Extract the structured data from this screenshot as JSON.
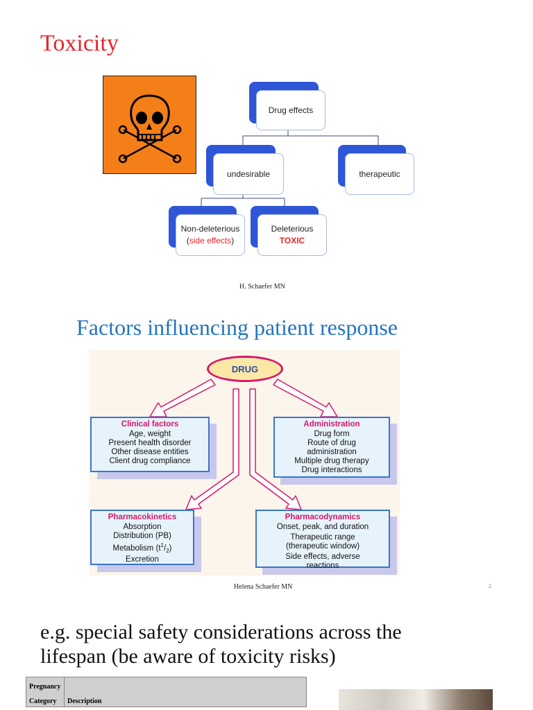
{
  "slide1": {
    "title": "Toxicity",
    "tree": {
      "root": "Drug effects",
      "undesirable": "undesirable",
      "therapeutic": "therapeutic",
      "non_deleterious": "Non-deleterious",
      "side_open": "(",
      "side_effects": "side effects",
      "side_close": ")",
      "deleterious": "Deleterious",
      "toxic": "TOXIC"
    },
    "credit": "H. Schaefer MN",
    "colors": {
      "title": "#e8242b",
      "hazard": "#f47e18",
      "node_accent": "#2f56d6"
    },
    "icon": "skull-crossbones-icon"
  },
  "slide2": {
    "title": "Factors influencing patient response",
    "hub": "DRUG",
    "clinical": {
      "head": "Clinical factors",
      "items": [
        "Age, weight",
        "Present health disorder",
        "Other disease entities",
        "Client drug compliance"
      ]
    },
    "administration": {
      "head": "Administration",
      "items": [
        "Drug form",
        "Route of drug administration",
        "Multiple drug therapy",
        "Drug interactions"
      ]
    },
    "pk": {
      "head": "Pharmacokinetics",
      "items": [
        "Absorption",
        "Distribution (PB)",
        "Excretion"
      ],
      "metab_pre": "Metabolism (t",
      "metab_sup": "1",
      "metab_sub": "2",
      "metab_post": ")"
    },
    "pd": {
      "head": "Pharmacodynamics",
      "items": [
        "Onset, peak, and duration",
        "Therapeutic range (therapeutic window)",
        "Side effects, adverse reactions"
      ]
    },
    "credit": "Helena Schaefer MN",
    "page_number": "2"
  },
  "slide3": {
    "line1": "e.g. special safety considerations across the",
    "line2": "lifespan (be aware of toxicity risks)",
    "table": {
      "col1_line1": "Pregnancy",
      "col1_line2": "Category",
      "col2": "Description"
    }
  }
}
